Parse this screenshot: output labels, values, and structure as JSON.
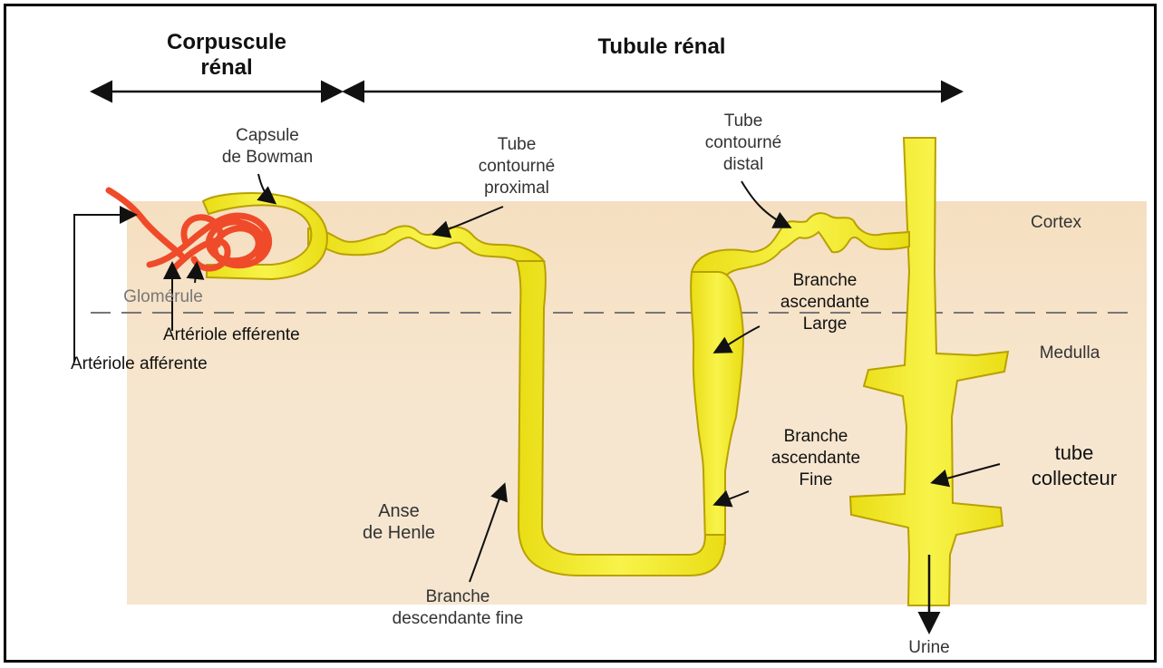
{
  "header": {
    "corpuscle": "Corpuscule\nrénal",
    "tubule": "Tubule rénal"
  },
  "labels": {
    "capsule": "Capsule\nde Bowman",
    "proximal": "Tube\ncontourné\nproximal",
    "distal": "Tube\ncontourné\ndistal",
    "cortex": "Cortex",
    "glomerule": "Glomérule",
    "efferente": "Artériole efférente",
    "afferente": "Artériole afférente",
    "branche_large": "Branche\nascendante\nLarge",
    "medulla": "Medulla",
    "branche_fine": "Branche\nascendante\nFine",
    "anse": "Anse\nde Henle",
    "descendante": "Branche\ndescendante fine",
    "collecteur": "tube\ncollecteur",
    "urine": "Urine"
  },
  "colors": {
    "tubule_fill": "#f2ec2a",
    "tubule_stroke": "#b9a000",
    "glomerule": "#ef4b2a",
    "cortex_bg": "#f6e3c6",
    "medulla_bg": "#f8ecd8"
  }
}
